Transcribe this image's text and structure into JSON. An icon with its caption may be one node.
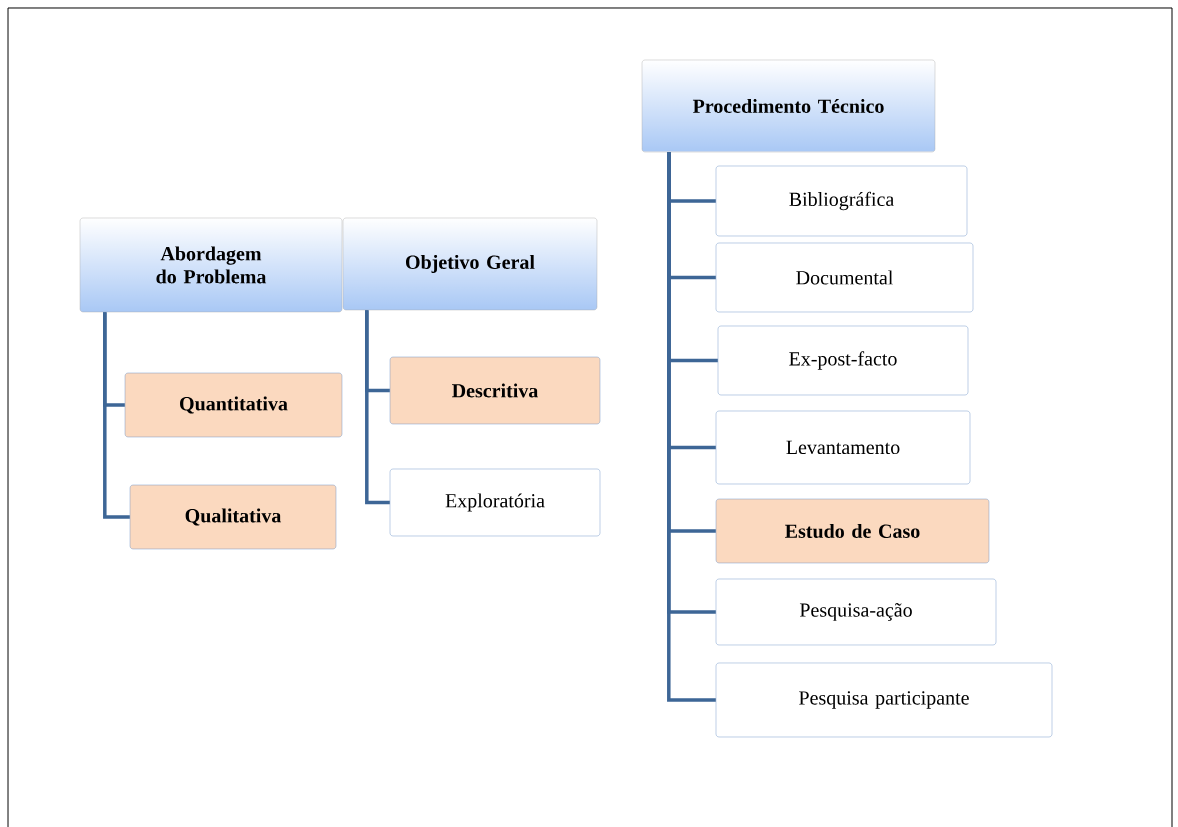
{
  "diagram": {
    "nodes": [
      {
        "text": [
          "Abordagem do Problema"
        ]
      },
      {
        "text": [
          "Quantitativa"
        ]
      },
      {
        "text": [
          "Qualitativa"
        ]
      },
      {
        "text": [
          "Objetivo Geral"
        ]
      },
      {
        "text": [
          "Descritiva"
        ]
      },
      {
        "text": [
          "Exploratória"
        ]
      },
      {
        "text": [
          "Procedimento Técnico"
        ]
      },
      {
        "text": [
          "Bibliográfica"
        ]
      },
      {
        "text": [
          "Documental"
        ]
      },
      {
        "text": [
          "Ex-post-facto"
        ]
      },
      {
        "text": [
          "Levantamento"
        ]
      },
      {
        "text": [
          "Estudo de Caso"
        ]
      },
      {
        "text": [
          "Pesquisa-ação"
        ]
      },
      {
        "text": [
          "Pesquisa participante"
        ]
      }
    ],
    "edges": [
      {
        "from": 0,
        "to": 1,
        "arrow": "none"
      },
      {
        "from": 0,
        "to": 2,
        "arrow": "none"
      },
      {
        "from": 3,
        "to": 4,
        "arrow": "none"
      },
      {
        "from": 3,
        "to": 5,
        "arrow": "none"
      },
      {
        "from": 6,
        "to": 7,
        "arrow": "none"
      },
      {
        "from": 6,
        "to": 8,
        "arrow": "none"
      },
      {
        "from": 6,
        "to": 9,
        "arrow": "none"
      },
      {
        "from": 6,
        "to": 10,
        "arrow": "none"
      },
      {
        "from": 6,
        "to": 11,
        "arrow": "none"
      },
      {
        "from": 6,
        "to": 12,
        "arrow": "none"
      },
      {
        "from": 6,
        "to": 13,
        "arrow": "none"
      }
    ]
  }
}
